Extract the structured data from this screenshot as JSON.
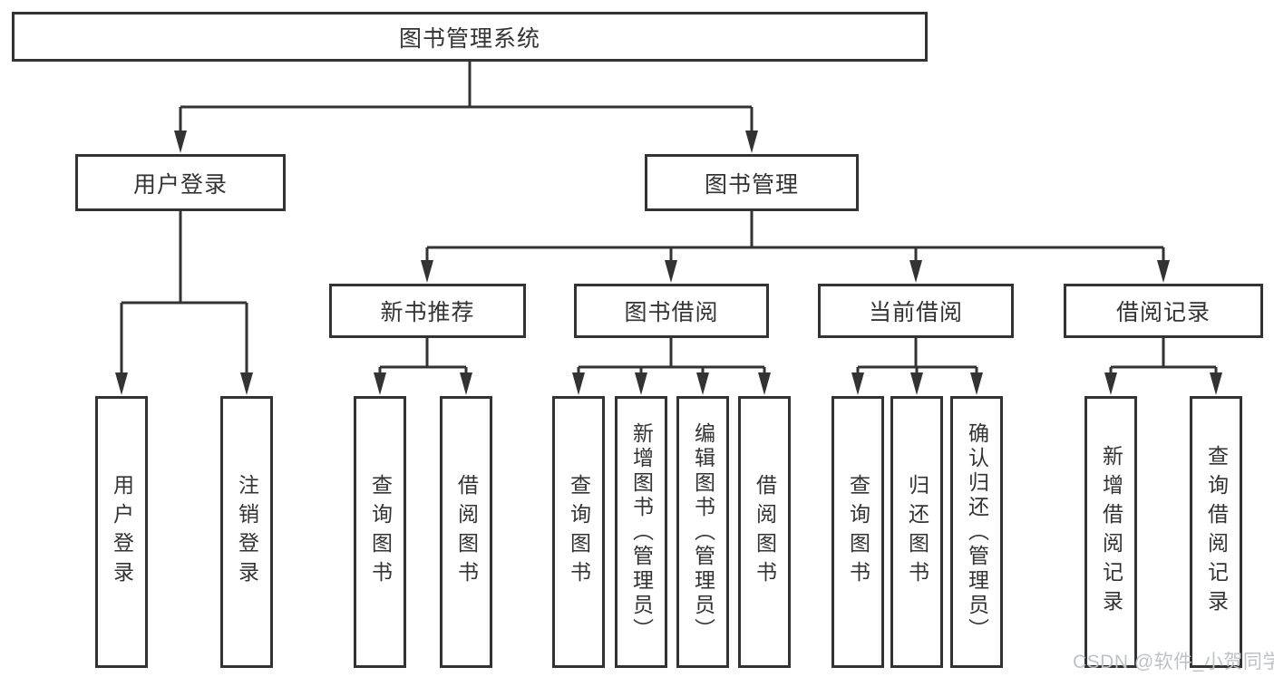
{
  "diagram": {
    "root": {
      "label": "图书管理系统"
    },
    "user_login": {
      "label": "用户登录",
      "leaves": [
        "用户登录",
        "注销登录"
      ]
    },
    "book_mgmt": {
      "label": "图书管理",
      "sections": [
        {
          "label": "新书推荐",
          "leaves": [
            "查询图书",
            "借阅图书"
          ]
        },
        {
          "label": "图书借阅",
          "leaves": [
            "查询图书",
            "新增图书（管理员）",
            "编辑图书（管理员）",
            "借阅图书"
          ]
        },
        {
          "label": "当前借阅",
          "leaves": [
            "查询图书",
            "归还图书",
            "确认归还（管理员）"
          ]
        },
        {
          "label": "借阅记录",
          "leaves": [
            "新增借阅记录",
            "查询借阅记录"
          ]
        }
      ]
    }
  },
  "watermark": {
    "text": "CSDN @软件_小贺同学",
    "color": "#bdc2c6"
  },
  "colors": {
    "line": "#333333",
    "border": "#333333",
    "text": "#333333",
    "background": "#ffffff"
  }
}
